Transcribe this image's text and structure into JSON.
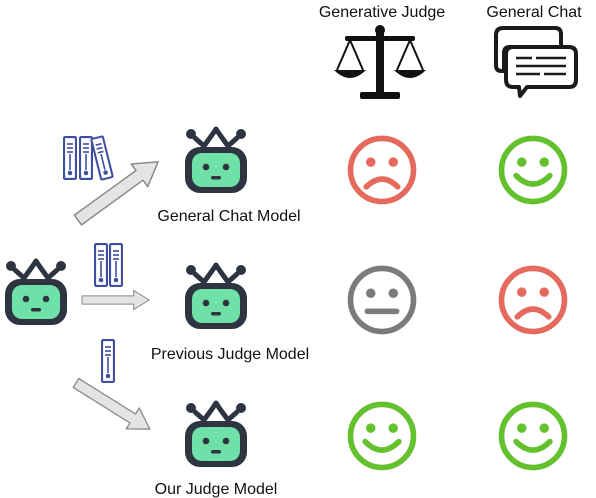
{
  "columns": {
    "judge_header": "Generative Judge",
    "chat_header": "General Chat"
  },
  "icons": {
    "judge_column_icon": "scales-of-justice-icon",
    "chat_column_icon": "chat-bubbles-icon",
    "base_model_icon": "robot-icon",
    "training_data_icon": "binder-icon",
    "arrow_icon": "arrow-icon"
  },
  "rows": [
    {
      "model_label": "General Chat Model",
      "judge_face": "sad",
      "chat_face": "happy",
      "binders": 3
    },
    {
      "model_label": "Previous Judge Model",
      "judge_face": "neutral",
      "chat_face": "sad",
      "binders": 2
    },
    {
      "model_label": "Our Judge Model",
      "judge_face": "happy",
      "chat_face": "happy",
      "binders": 1
    }
  ],
  "colors": {
    "robot_outline": "#2e3440",
    "robot_face_base": "#ffffff",
    "robot_face_trained": "#6ee0a8",
    "binder": "#3f4fa0",
    "arrow_fill": "#e4e4e4",
    "arrow_stroke": "#8a8a8a",
    "happy": "#63c12e",
    "sad": "#e5695c",
    "neutral": "#7b7b7b"
  }
}
